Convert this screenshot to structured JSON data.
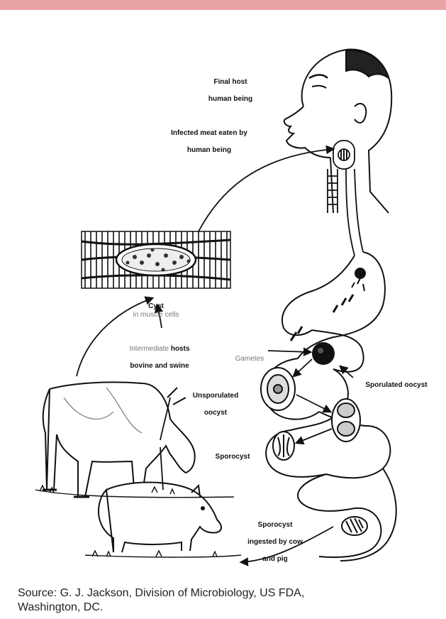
{
  "diagram": {
    "labels": {
      "final_host_line1": "Final host",
      "final_host_line2": "human being",
      "infected_meat_line1": "Infected meat eaten by",
      "infected_meat_line2": "human being",
      "cyst_strong": "Cyst",
      "cyst_rest": "in muscle cells",
      "intermediate_prefix": "Intermediate",
      "intermediate_hosts": "hosts",
      "bovine_swine": "bovine and swine",
      "gametes": "Gametes",
      "sporulated_oocyst": "Sporulated oocyst",
      "unsporulated_line1": "Unsporulated",
      "unsporulated_line2": "oocyst",
      "sporocyst": "Sporocyst",
      "ingested_line1": "Sporocyst",
      "ingested_line2": "ingested by cow",
      "ingested_line3": "and pig"
    }
  },
  "caption": {
    "line1": "Source: G. J. Jackson, Division of Microbiology, US FDA,",
    "line2": "Washington, DC."
  }
}
